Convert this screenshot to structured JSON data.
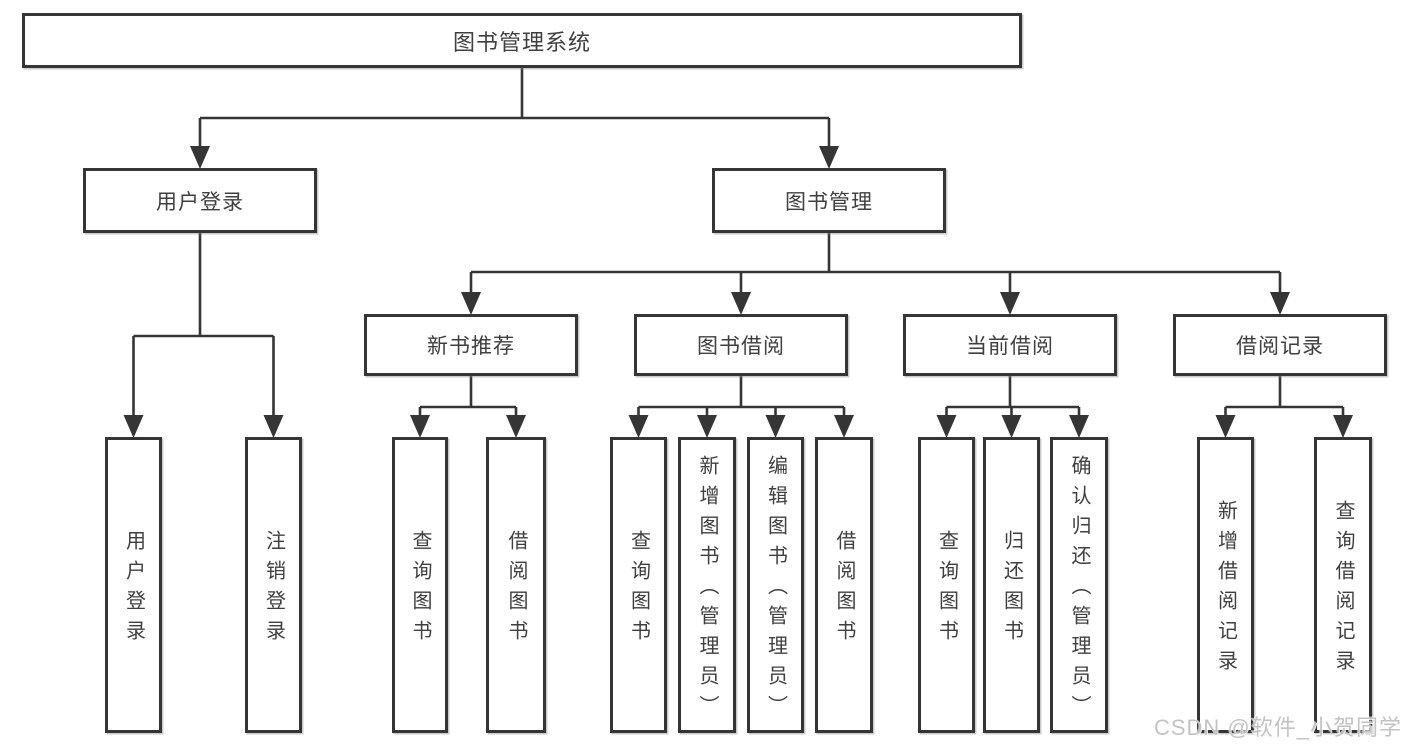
{
  "tree": {
    "root": {
      "label": "图书管理系统"
    },
    "branches": [
      {
        "label": "用户登录",
        "children": [
          {
            "label": "用户登录"
          },
          {
            "label": "注销登录"
          }
        ]
      },
      {
        "label": "图书管理",
        "sections": [
          {
            "label": "新书推荐",
            "children": [
              {
                "label": "查询图书"
              },
              {
                "label": "借阅图书"
              }
            ]
          },
          {
            "label": "图书借阅",
            "children": [
              {
                "label": "查询图书"
              },
              {
                "label": "新增图书（管理员）"
              },
              {
                "label": "编辑图书（管理员）"
              },
              {
                "label": "借阅图书"
              }
            ]
          },
          {
            "label": "当前借阅",
            "children": [
              {
                "label": "查询图书"
              },
              {
                "label": "归还图书"
              },
              {
                "label": "确认归还（管理员）"
              }
            ]
          },
          {
            "label": "借阅记录",
            "children": [
              {
                "label": "新增借阅记录"
              },
              {
                "label": "查询借阅记录"
              }
            ]
          }
        ]
      }
    ]
  },
  "watermark": {
    "text": "CSDN @软件_小贺同学"
  },
  "colors": {
    "line": "#353535",
    "text": "#3f3f3f",
    "box_bg": "#ffffff",
    "page_bg": "#ffffff",
    "watermark": "#c3c3c3"
  }
}
